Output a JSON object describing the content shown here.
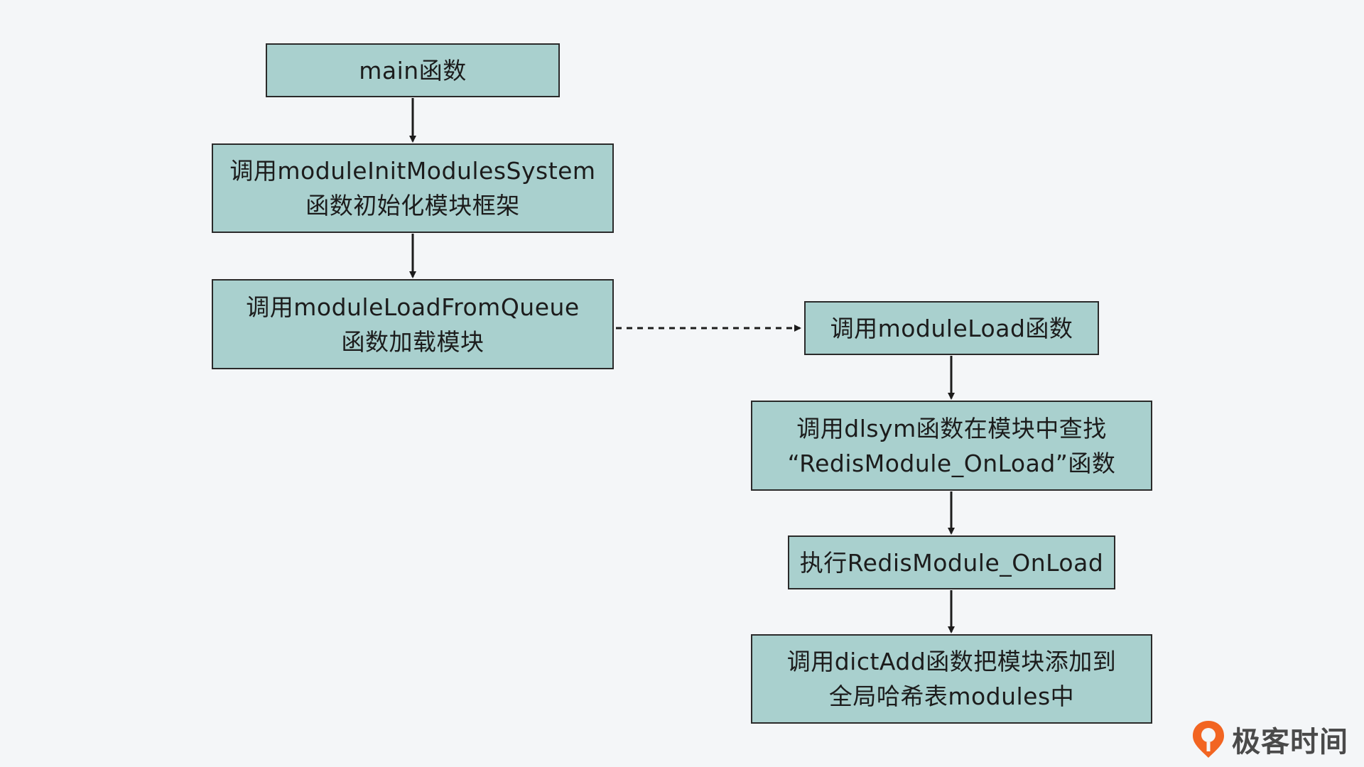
{
  "nodes": {
    "main": {
      "lines": [
        "main函数"
      ]
    },
    "init": {
      "lines": [
        "调用moduleInitModulesSystem",
        "函数初始化模块框架"
      ]
    },
    "queue": {
      "lines": [
        "调用moduleLoadFromQueue",
        "函数加载模块"
      ]
    },
    "load": {
      "lines": [
        "调用moduleLoad函数"
      ]
    },
    "dlsym": {
      "lines": [
        "调用dlsym函数在模块中查找",
        "“RedisModule_OnLoad”函数"
      ]
    },
    "exec": {
      "lines": [
        "执行RedisModule_OnLoad"
      ]
    },
    "dict": {
      "lines": [
        "调用dictAdd函数把模块添加到",
        "全局哈希表modules中"
      ]
    }
  },
  "logo": {
    "text": "极客时间",
    "brand_color": "#f26522"
  },
  "colors": {
    "node_fill": "#a9d0ce",
    "node_border": "#2a2a2a",
    "background": "#f4f6f8"
  }
}
